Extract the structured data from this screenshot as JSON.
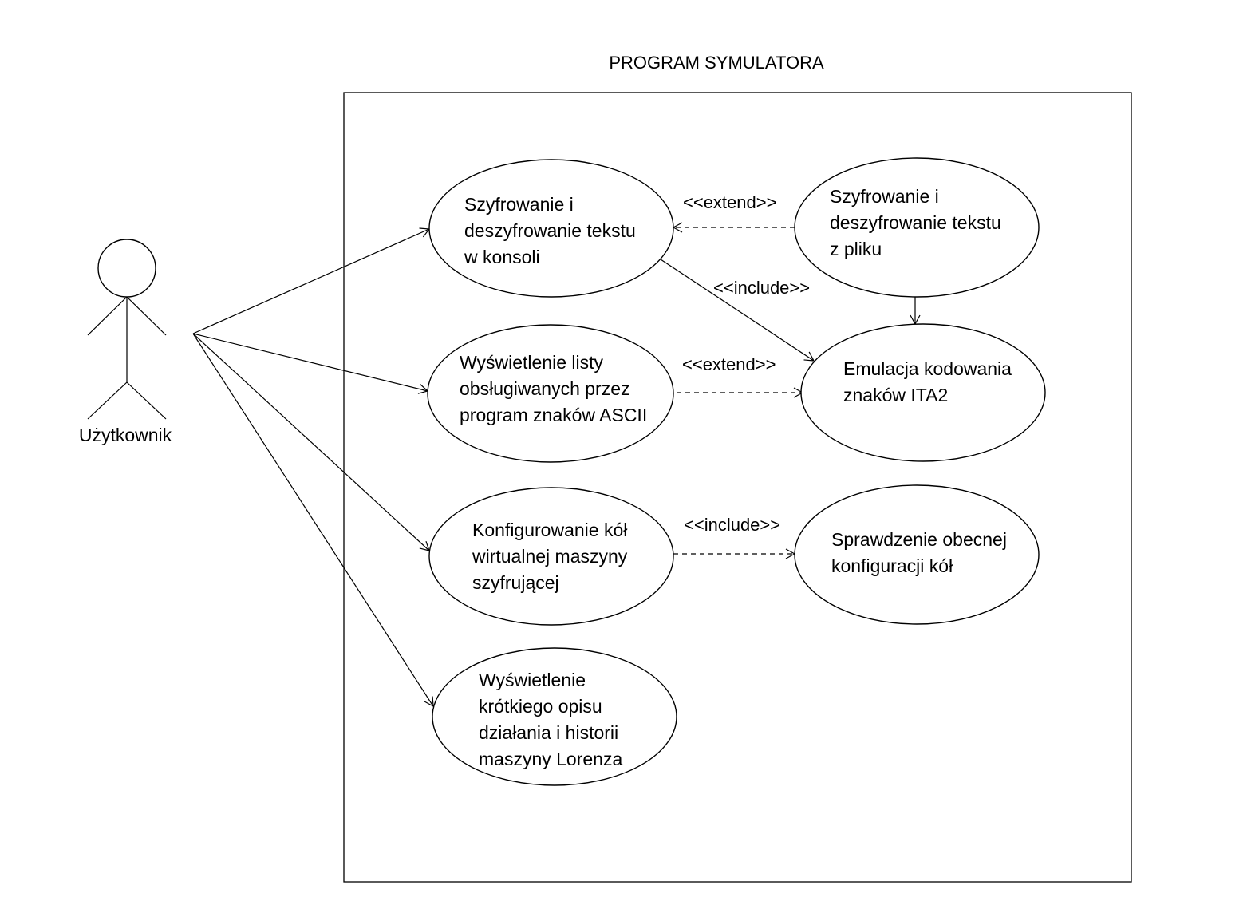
{
  "system": {
    "title": "PROGRAM SYMULATORA"
  },
  "actor": {
    "name": "Użytkownik"
  },
  "use_cases": {
    "encrypt_console": {
      "lines": [
        "Szyfrowanie i",
        "deszyfrowanie tekstu",
        "w konsoli"
      ]
    },
    "encrypt_file": {
      "lines": [
        "Szyfrowanie i",
        "deszyfrowanie tekstu",
        "z pliku"
      ]
    },
    "ita2": {
      "lines": [
        "Emulacja kodowania",
        "znaków ITA2"
      ]
    },
    "ascii_list": {
      "lines": [
        "Wyświetlenie listy",
        "obsługiwanych przez",
        "program znaków ASCII"
      ]
    },
    "configure_wheels": {
      "lines": [
        "Konfigurowanie kół",
        "wirtualnej maszyny",
        "szyfrującej"
      ]
    },
    "check_config": {
      "lines": [
        "Sprawdzenie obecnej",
        "konfiguracji kół"
      ]
    },
    "description": {
      "lines": [
        "Wyświetlenie",
        "krótkiego opisu",
        "działania i historii",
        "maszyny Lorenza"
      ]
    }
  },
  "relations": {
    "extend_file": "<<extend>>",
    "include_console": "<<include>>",
    "extend_ascii": "<<extend>>",
    "include_config": "<<include>>"
  }
}
